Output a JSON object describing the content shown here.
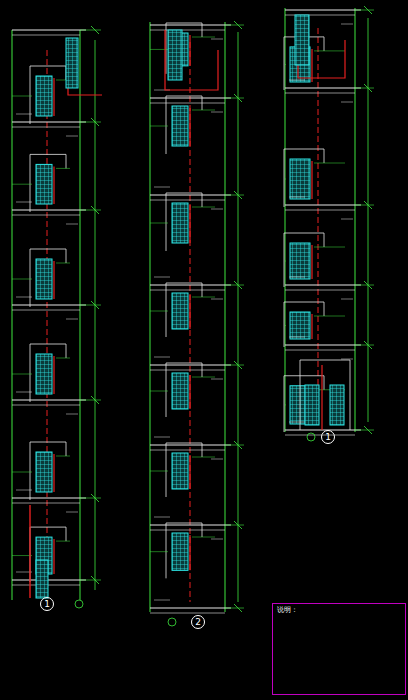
{
  "diagram": {
    "nodes": [
      {
        "text": [
          "1"
        ]
      },
      {
        "text": [
          "2"
        ]
      },
      {
        "text": [
          "1"
        ]
      },
      {
        "text": [
          "说明："
        ]
      }
    ]
  }
}
